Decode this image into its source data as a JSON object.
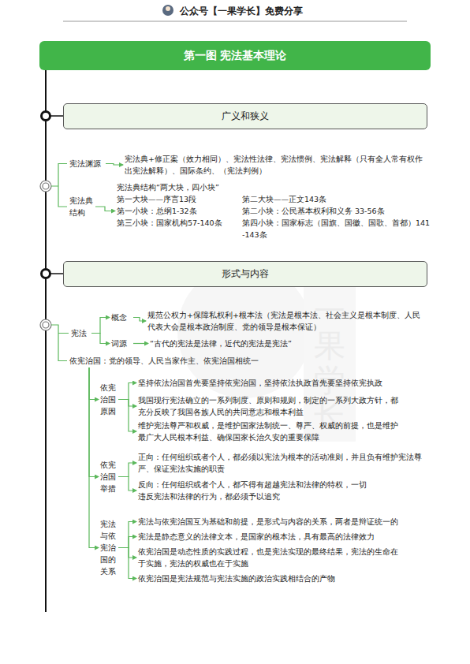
{
  "diagram": {
    "title": "第一图 宪法基本理论",
    "nodes": [
      {
        "text": [
          "广义和狭义"
        ]
      },
      {
        "text": [
          "宪法渊源"
        ]
      },
      {
        "text": [
          "宪法典+修正案（效力相同）、宪法性法律、宪法惯例、宪法解释（只有全人常有权作出宪法解释）、国际条约、（宪法判例）"
        ]
      },
      {
        "text": [
          "宪法典结构"
        ]
      },
      {
        "text": [
          "宪法典结构“两大块，四小块”",
          "第一大块——序言13段",
          "第二大块——正文143条",
          "第一小块：总纲1-32条",
          "第二小块：公民基本权利和义务 33-56条",
          "第三小块：国家机构57-140条",
          "第四小块：国家标志（国旗、国徽、国歌、首都）141-143条"
        ]
      },
      {
        "text": [
          "形式与内容"
        ]
      },
      {
        "text": [
          "宪法"
        ]
      },
      {
        "text": [
          "概念"
        ]
      },
      {
        "text": [
          "规范公权力+保障私权利+根本法（宪法是根本法、社会主义是根本制度、人民代表大会是根本政治制度、党的领导是根本保证）"
        ]
      },
      {
        "text": [
          "词源"
        ]
      },
      {
        "text": [
          "“古代的宪法是法律，近代的宪法是宪法”"
        ]
      },
      {
        "text": [
          "依宪治国：党的领导、人民当家作主、依宪治国相统一"
        ]
      },
      {
        "text": [
          "依宪治国原因"
        ]
      },
      {
        "text": [
          "坚持依法治国首先要坚持依宪治国，坚持依法执政首先要坚持依宪执政"
        ]
      },
      {
        "text": [
          "我国现行宪法确立的一系列制度、原则和规则，制定的一系列大政方针，都充分反映了我国各族人民的共同意志和根本利益"
        ]
      },
      {
        "text": [
          "维护宪法尊严和权威，是维护国家法制统一、尊严、权威的前提，也是维护最广大人民根本利益、确保国家长治久安的重要保障"
        ]
      },
      {
        "text": [
          "依宪治国举措"
        ]
      },
      {
        "text": [
          "正向：任何组织或者个人，都必须以宪法为根本的活动准则，并且负有维护宪法尊严、保证宪法实施的职责"
        ]
      },
      {
        "text": [
          "反向：任何组织或者个人，都不得有超越宪法和法律的特权，一切违反宪法和法律的行为，都必须予以追究"
        ]
      },
      {
        "text": [
          "宪法与依宪治国的关系"
        ]
      },
      {
        "text": [
          "宪法与依宪治国互为基础和前提，是形式与内容的关系，两者是辩证统一的"
        ]
      },
      {
        "text": [
          "宪法是静态意义的法律文本，是国家的根本法，具有最高的法律效力"
        ]
      },
      {
        "text": [
          "依宪治国是动态性质的实践过程，也是宪法实现的最终结果，宪法的生命在于实施，宪法的权威也在于实施"
        ]
      },
      {
        "text": [
          "依宪治国是宪法规范与宪法实施的政治实践相结合的产物"
        ]
      }
    ],
    "edges": [
      {
        "from": 1,
        "to": 2,
        "arrow": "to"
      },
      {
        "from": 3,
        "to": 4,
        "arrow": "to"
      },
      {
        "from": 6,
        "to": 7,
        "arrow": "to"
      },
      {
        "from": 6,
        "to": 9,
        "arrow": "to"
      },
      {
        "from": 7,
        "to": 8,
        "arrow": "to"
      },
      {
        "from": 9,
        "to": 10,
        "arrow": "to"
      },
      {
        "from": 11,
        "to": 12,
        "arrow": "to"
      },
      {
        "from": 11,
        "to": 16,
        "arrow": "to"
      },
      {
        "from": 11,
        "to": 19,
        "arrow": "to"
      },
      {
        "from": 12,
        "to": 13,
        "arrow": "to"
      },
      {
        "from": 12,
        "to": 14,
        "arrow": "to"
      },
      {
        "from": 12,
        "to": 15,
        "arrow": "to"
      },
      {
        "from": 16,
        "to": 17,
        "arrow": "to"
      },
      {
        "from": 16,
        "to": 18,
        "arrow": "to"
      },
      {
        "from": 19,
        "to": 20,
        "arrow": "to"
      },
      {
        "from": 19,
        "to": 21,
        "arrow": "to"
      },
      {
        "from": 19,
        "to": 22,
        "arrow": "to"
      },
      {
        "from": 19,
        "to": 23,
        "arrow": "to"
      }
    ],
    "labels": [
      "公众号【一果学长】免费分享",
      "一果学长"
    ]
  }
}
